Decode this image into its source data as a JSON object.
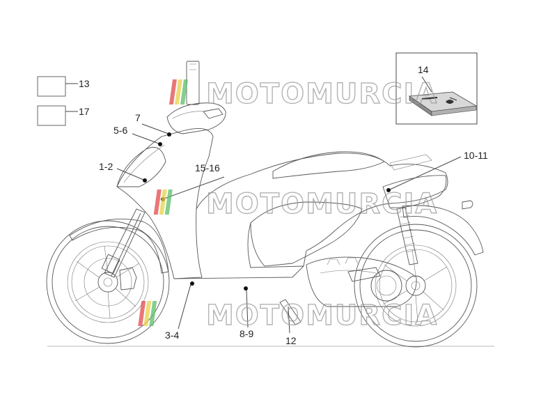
{
  "watermark": {
    "text": "MOTOMURCIA"
  },
  "callouts": {
    "c13": "13",
    "c17": "17",
    "c14": "14",
    "c7": "7",
    "c56": "5-6",
    "c12b": "1-2",
    "c1516": "15-16",
    "c1011": "10-11",
    "c34": "3-4",
    "c89": "8-9",
    "c12": "12"
  },
  "colors": {
    "line": "#444444",
    "outline": "#555555",
    "watermark_red": "#e24a4a",
    "watermark_yellow": "#e8d24a",
    "watermark_green": "#5cbf6a"
  }
}
